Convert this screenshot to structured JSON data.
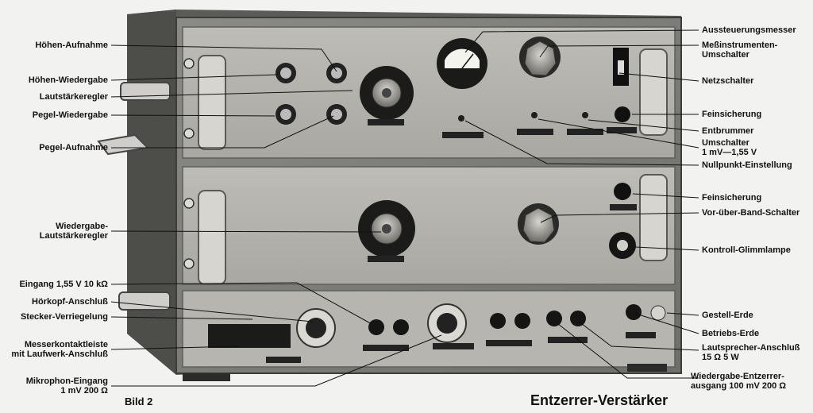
{
  "labels_left": [
    {
      "id": "hoehen-aufnahme",
      "text": "Höhen-Aufnahme"
    },
    {
      "id": "hoehen-wiedergabe",
      "text": "Höhen-Wiedergabe"
    },
    {
      "id": "lautstaerkeregler",
      "text": "Lautstärkeregler"
    },
    {
      "id": "pegel-wiedergabe",
      "text": "Pegel-Wiedergabe"
    },
    {
      "id": "pegel-aufnahme",
      "text": "Pegel-Aufnahme"
    },
    {
      "id": "wiedergabe-lautstaerkeregler",
      "text": "Wiedergabe-\nLautstärkeregler"
    },
    {
      "id": "eingang",
      "text": "Eingang 1,55 V 10 kΩ"
    },
    {
      "id": "hoerkopf",
      "text": "Hörkopf-Anschluß"
    },
    {
      "id": "stecker",
      "text": "Stecker-Verriegelung"
    },
    {
      "id": "messerkontakt",
      "text": "Messerkontaktleiste\nmit Laufwerk-Anschluß"
    },
    {
      "id": "mikrophon",
      "text": "Mikrophon-Eingang\n1 mV 200 Ω"
    }
  ],
  "labels_right": [
    {
      "id": "aussteuerungsmesser",
      "text": "Aussteuerungsmesser"
    },
    {
      "id": "messinstrumenten",
      "text": "Meßinstrumenten-\nUmschalter"
    },
    {
      "id": "netzschalter",
      "text": "Netzschalter"
    },
    {
      "id": "feinsicherung1",
      "text": "Feinsicherung"
    },
    {
      "id": "entbrummer",
      "text": "Entbrummer"
    },
    {
      "id": "umschalter",
      "text": "Umschalter\n1 mV—1,55 V"
    },
    {
      "id": "nullpunkt",
      "text": "Nullpunkt-Einstellung"
    },
    {
      "id": "feinsicherung2",
      "text": "Feinsicherung"
    },
    {
      "id": "vor-ueber-band",
      "text": "Vor-über-Band-Schalter"
    },
    {
      "id": "kontroll",
      "text": "Kontroll-Glimmlampe"
    },
    {
      "id": "gestell-erde",
      "text": "Gestell-Erde"
    },
    {
      "id": "betriebs-erde",
      "text": "Betriebs-Erde"
    },
    {
      "id": "lautsprecher",
      "text": "Lautsprecher-Anschluß\n15 Ω 5 W"
    },
    {
      "id": "wiedergabe-entzerrer",
      "text": "Wiedergabe-Entzerrer-\nausgang 100 mV 200 Ω"
    }
  ],
  "caption": "Bild 2",
  "title": "Entzerrer-Verstärker"
}
